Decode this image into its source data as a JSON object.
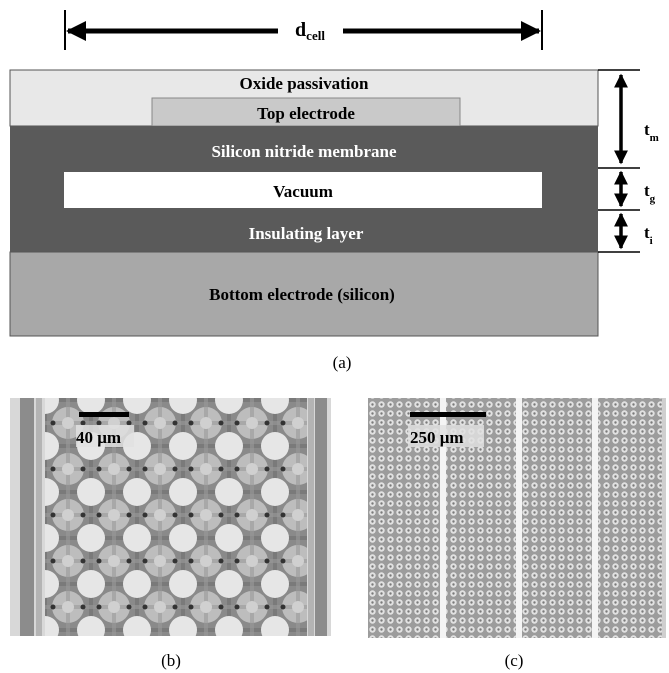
{
  "panel_a": {
    "dim_label": "d",
    "dim_label_sub": "cell",
    "layers": {
      "oxide": "Oxide passivation",
      "top_electrode": "Top electrode",
      "membrane": "Silicon nitride membrane",
      "vacuum": "Vacuum",
      "insulating": "Insulating layer",
      "bottom_electrode": "Bottom electrode (silicon)"
    },
    "thickness_labels": [
      {
        "main": "t",
        "sub": "m"
      },
      {
        "main": "t",
        "sub": "g"
      },
      {
        "main": "t",
        "sub": "i"
      }
    ],
    "caption": "(a)"
  },
  "panel_b": {
    "scale_label": "40 μm",
    "caption": "(b)"
  },
  "panel_c": {
    "scale_label": "250 μm",
    "caption": "(c)"
  },
  "colors": {
    "oxide": "#e8e8e8",
    "top_electrode": "#c9c9c9",
    "membrane": "#5a5a5a",
    "vacuum": "#ffffff",
    "bottom_electrode": "#a8a8a8",
    "ink": "#000000"
  }
}
